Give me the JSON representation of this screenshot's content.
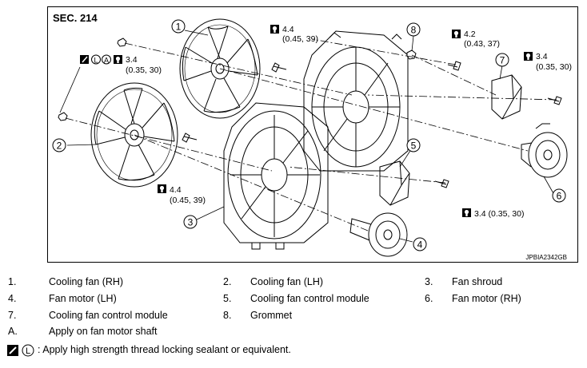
{
  "diagram": {
    "section": "SEC. 214",
    "figure_code": "JPBIA2342GB",
    "callouts": [
      "1",
      "2",
      "3",
      "4",
      "5",
      "6",
      "7",
      "8"
    ],
    "torques": {
      "t1": {
        "main": "4.4",
        "sub": "(0.45, 39)"
      },
      "t2": {
        "main": "4.2",
        "sub": "(0.43, 37)"
      },
      "t3": {
        "main": "3.4",
        "sub": "(0.35, 30)"
      },
      "t4": {
        "main": "3.4",
        "sub": "(0.35, 30)"
      },
      "t5": {
        "main": "4.4",
        "sub": "(0.45, 39)"
      },
      "t6": {
        "main": "3.4 (0.35, 30)"
      }
    },
    "symbol_letters": {
      "l": "L",
      "a": "A"
    }
  },
  "legend": {
    "rows": [
      [
        {
          "num": "1.",
          "desc": "Cooling fan (RH)"
        },
        {
          "num": "2.",
          "desc": "Cooling fan (LH)"
        },
        {
          "num": "3.",
          "desc": "Fan shroud"
        }
      ],
      [
        {
          "num": "4.",
          "desc": "Fan motor (LH)"
        },
        {
          "num": "5.",
          "desc": "Cooling fan control module"
        },
        {
          "num": "6.",
          "desc": "Fan motor (RH)"
        }
      ],
      [
        {
          "num": "7.",
          "desc": "Cooling fan control module"
        },
        {
          "num": "8.",
          "desc": "Grommet"
        }
      ]
    ],
    "note_a": {
      "num": "A.",
      "desc": "Apply on fan motor shaft"
    },
    "note_l": {
      "symbol": "L",
      "desc": ": Apply high strength thread locking sealant or equivalent."
    }
  }
}
